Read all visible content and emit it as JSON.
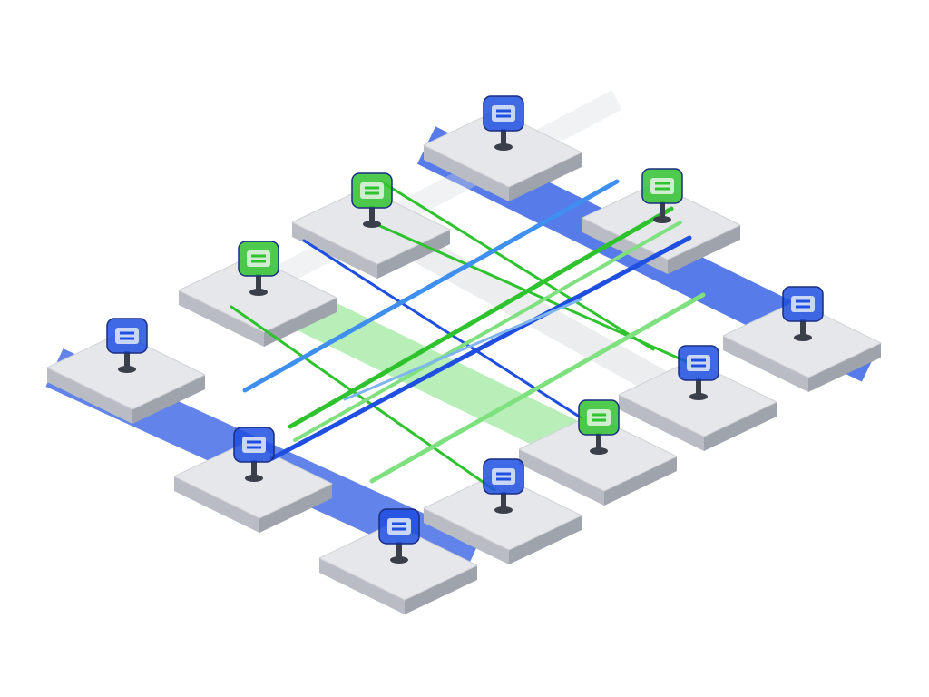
{
  "colors": {
    "background": "#ffffff",
    "blue": "#1f4fe0",
    "blue_light": "#3f8ff0",
    "green": "#2fc22f",
    "green_light": "#7ee07e",
    "platform_top": "#e6e7ea",
    "platform_side": "#b9bcc3"
  },
  "nodes": [
    {
      "id": "n1",
      "icon": "monitor-icon",
      "accent": "blue"
    },
    {
      "id": "n2",
      "icon": "chat-icon",
      "accent": "green"
    },
    {
      "id": "n3",
      "icon": "document-icon",
      "accent": "green"
    },
    {
      "id": "n4",
      "icon": "folder-icon",
      "accent": "blue"
    },
    {
      "id": "n5",
      "icon": "folder-icon",
      "accent": "green"
    },
    {
      "id": "n6",
      "icon": "folder-icon",
      "accent": "blue"
    },
    {
      "id": "n7",
      "icon": "monitor-icon",
      "accent": "blue"
    },
    {
      "id": "n8",
      "icon": "chat-icon",
      "accent": "green"
    },
    {
      "id": "n9",
      "icon": "monitor-icon",
      "accent": "blue"
    },
    {
      "id": "n10",
      "icon": "folder-icon",
      "accent": "blue"
    },
    {
      "id": "n11",
      "icon": "chat-icon",
      "accent": "blue"
    }
  ]
}
